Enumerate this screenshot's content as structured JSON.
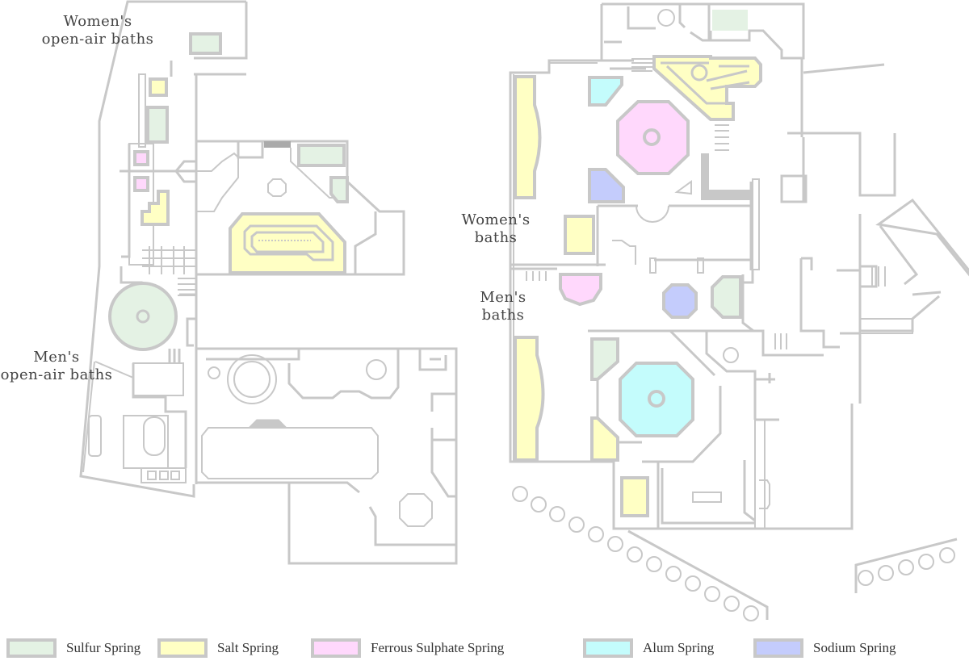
{
  "labels": {
    "womens_open_air_line1": "Women's",
    "womens_open_air_line2": "open-air baths",
    "mens_open_air_line1": "Men's",
    "mens_open_air_line2": "open-air baths",
    "womens_baths_line1": "Women's",
    "womens_baths_line2": "baths",
    "mens_baths_line1": "Men's",
    "mens_baths_line2": "baths"
  },
  "colors": {
    "wall": "#c8c8c8",
    "sulfur": "#e4f2e4",
    "salt": "#ffffc4",
    "ferrous": "#ffd8fc",
    "alum": "#c4fcfc",
    "sodium": "#c4ccfc"
  },
  "legend": [
    {
      "label": "Sulfur Spring",
      "color": "#e4f2e4"
    },
    {
      "label": "Salt Spring",
      "color": "#ffffc4"
    },
    {
      "label": "Ferrous Sulphate Spring",
      "color": "#ffd8fc"
    },
    {
      "label": "Alum Spring",
      "color": "#c4fcfc"
    },
    {
      "label": "Sodium Spring",
      "color": "#c4ccfc"
    }
  ]
}
